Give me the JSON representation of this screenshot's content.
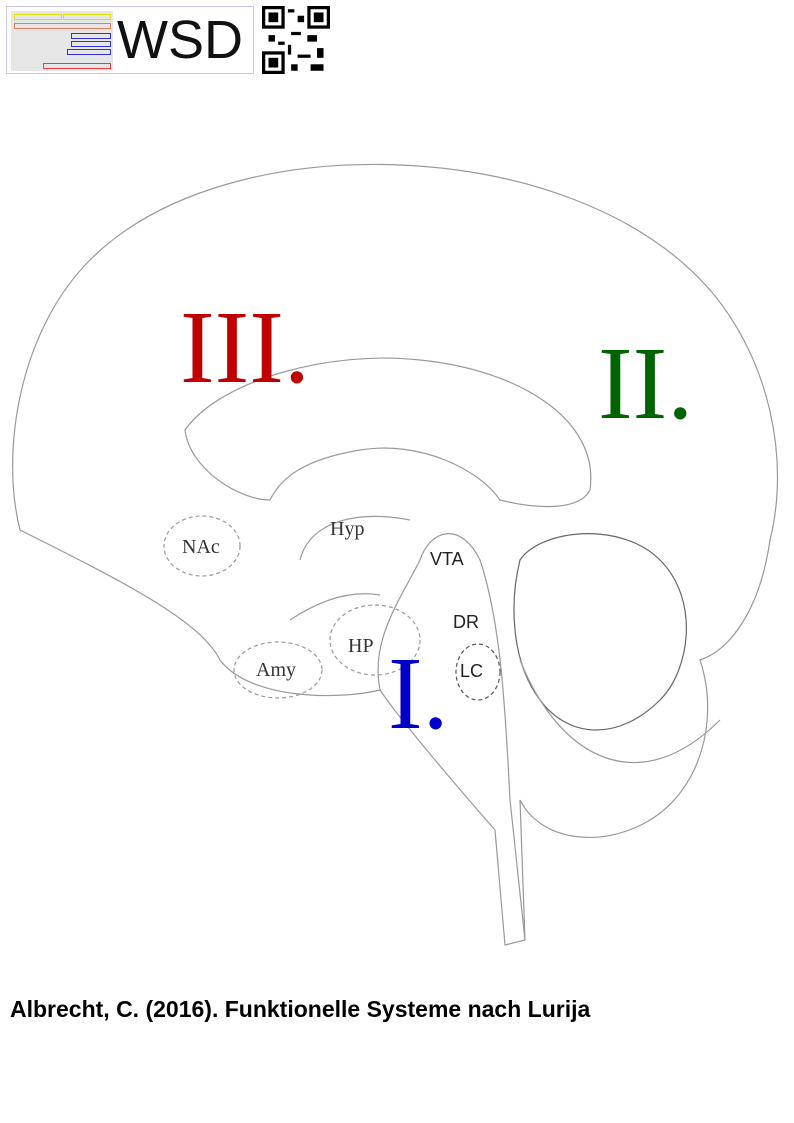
{
  "header": {
    "logo_text": "WSD"
  },
  "diagram": {
    "systems": [
      {
        "label": "III.",
        "color": "#c00000"
      },
      {
        "label": "II.",
        "color": "#006400"
      },
      {
        "label": "I.",
        "color": "#0000c8"
      }
    ],
    "regions": [
      "NAc",
      "Hyp",
      "VTA",
      "DR",
      "HP",
      "Amy",
      "LC"
    ]
  },
  "caption": "Albrecht, C. (2016). Funktionelle Systeme nach Lurija"
}
